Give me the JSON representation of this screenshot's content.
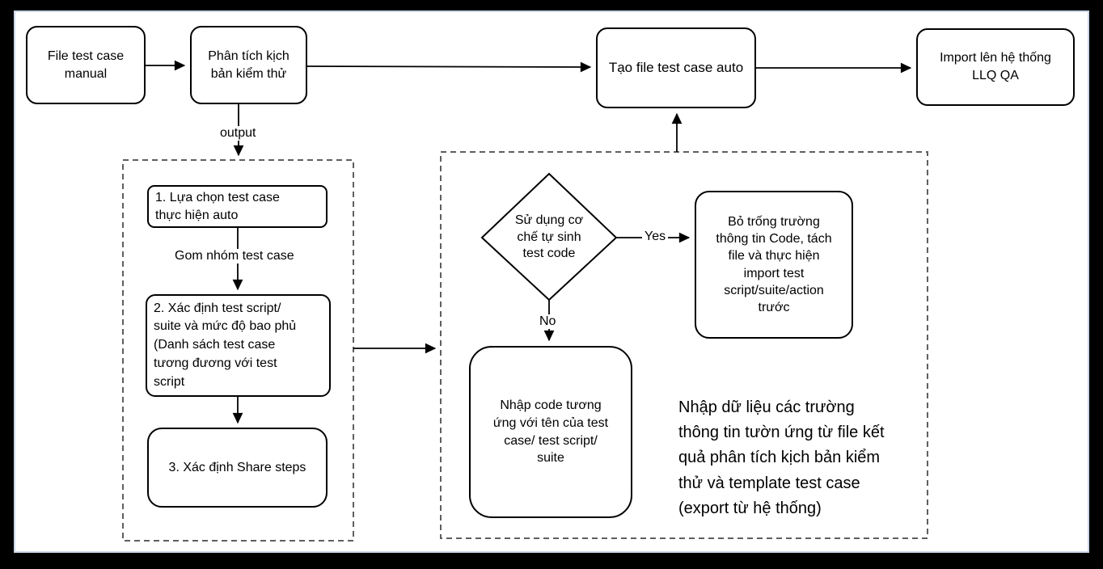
{
  "page": {
    "boxes": {
      "file_manual": "File test case\nmanual",
      "analyze": "Phân tích kịch\nbản kiểm thử",
      "create_auto": "Tạo file test case auto",
      "import_llq": "Import lên hệ thống\nLLQ QA",
      "step1": "1. Lựa chọn test case\nthực hiện auto",
      "step2": "2. Xác định test script/\nsuite và mức độ bao phủ\n(Danh sách test case\ntương đương với test\nscript",
      "step3": "3. Xác định Share steps",
      "decision": "Sử dụng cơ\nchế tự sinh\ntest code",
      "yes_box": "Bỏ trống trường\nthông tin Code, tách\nfile và thực hiện\nimport test\nscript/suite/action\ntrước",
      "no_box": "Nhập code tương\nứng với tên của test\ncase/ test script/\nsuite",
      "note": "Nhập dữ liệu các trường\nthông tin tườn ứng từ file kết\nquả phân tích kịch bản kiểm\nthử và template test case\n(export từ hệ thống)"
    },
    "labels": {
      "output": "output",
      "group": "Gom nhóm test case",
      "yes": "Yes",
      "no": "No"
    },
    "colors": {
      "node_stroke": "#000000",
      "node_fill": "#ffffff",
      "dashed_border": "#5f5f5f",
      "page_border": "#ccd7e8",
      "frame": "#000000",
      "text": "#000000"
    }
  }
}
